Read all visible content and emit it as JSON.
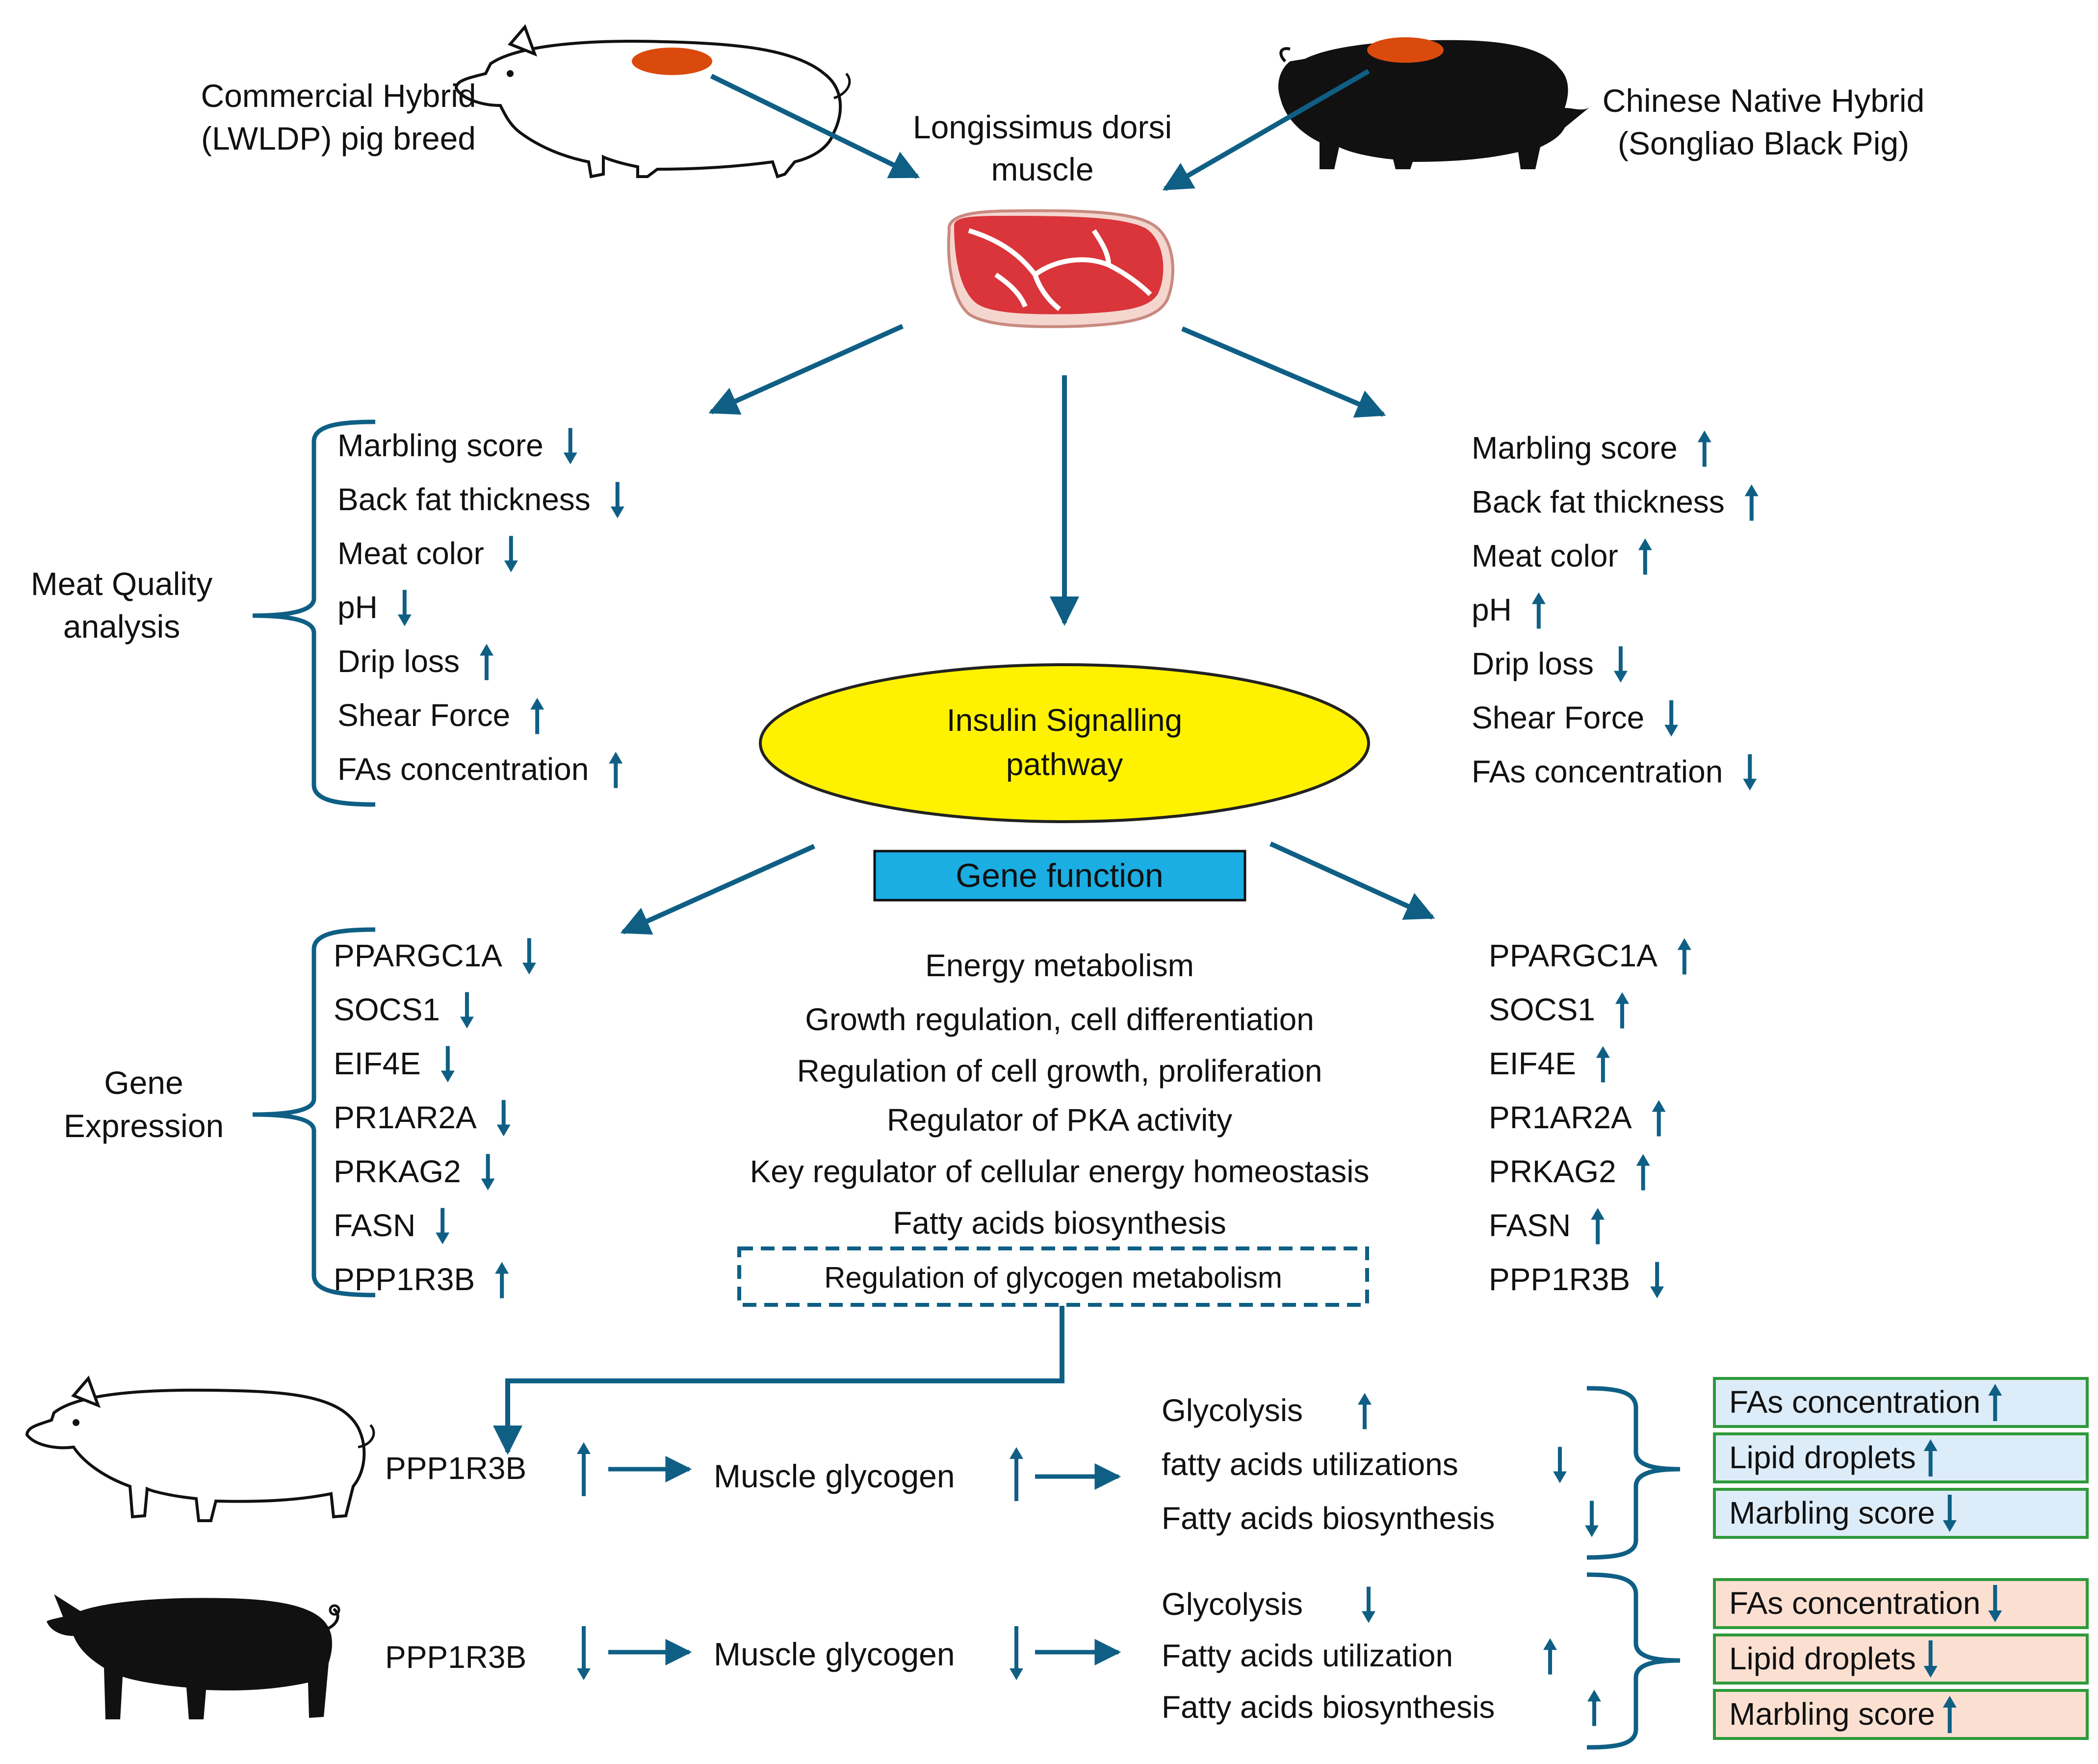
{
  "colors": {
    "accent": "#0f5f85",
    "meat": "#d9353a",
    "ellipse_fill": "#fff200",
    "gene_box": "#1aaee3",
    "fat_patch": "#d94a0c",
    "box_blue": "#dcecf8",
    "box_peach": "#fbe0d2",
    "box_border": "#2e9a3a"
  },
  "top": {
    "left_label": [
      "Commercial Hybrid",
      "(LWLDP) pig breed"
    ],
    "right_label": [
      "Chinese Native Hybrid",
      "(Songliao Black Pig)"
    ],
    "muscle_label": [
      "Longissimus dorsi",
      "muscle"
    ]
  },
  "center": {
    "pathway": [
      "Insulin Signalling",
      "pathway"
    ],
    "gene_function_title": "Gene function",
    "functions": [
      "Energy metabolism",
      "Growth regulation, cell differentiation",
      "Regulation of cell growth, proliferation",
      "Regulator of PKA activity",
      "Key regulator of cellular energy homeostasis",
      "Fatty acids biosynthesis"
    ],
    "glycogen_box": "Regulation of glycogen metabolism"
  },
  "meat_quality": {
    "group_label": [
      "Meat Quality",
      "analysis"
    ],
    "left": [
      {
        "label": "Marbling score",
        "dir": "down"
      },
      {
        "label": "Back fat thickness",
        "dir": "down"
      },
      {
        "label": "Meat color",
        "dir": "down"
      },
      {
        "label": "pH",
        "dir": "down"
      },
      {
        "label": "Drip loss",
        "dir": "up"
      },
      {
        "label": "Shear Force",
        "dir": "up"
      },
      {
        "label": "FAs concentration",
        "dir": "up"
      }
    ],
    "right": [
      {
        "label": "Marbling score",
        "dir": "up"
      },
      {
        "label": "Back fat thickness",
        "dir": "up"
      },
      {
        "label": "Meat color",
        "dir": "up"
      },
      {
        "label": "pH",
        "dir": "up"
      },
      {
        "label": "Drip loss",
        "dir": "down"
      },
      {
        "label": "Shear Force",
        "dir": "down"
      },
      {
        "label": "FAs concentration",
        "dir": "down"
      }
    ]
  },
  "gene_expression": {
    "group_label": [
      "Gene",
      "Expression"
    ],
    "left": [
      {
        "label": "PPARGC1A",
        "dir": "down"
      },
      {
        "label": "SOCS1",
        "dir": "down"
      },
      {
        "label": "EIF4E",
        "dir": "down"
      },
      {
        "label": "PR1AR2A",
        "dir": "down"
      },
      {
        "label": "PRKAG2",
        "dir": "down"
      },
      {
        "label": "FASN",
        "dir": "down"
      },
      {
        "label": "PPP1R3B",
        "dir": "up"
      }
    ],
    "right": [
      {
        "label": "PPARGC1A",
        "dir": "up"
      },
      {
        "label": "SOCS1",
        "dir": "up"
      },
      {
        "label": "EIF4E",
        "dir": "up"
      },
      {
        "label": "PR1AR2A",
        "dir": "up"
      },
      {
        "label": "PRKAG2",
        "dir": "up"
      },
      {
        "label": "FASN",
        "dir": "up"
      },
      {
        "label": "PPP1R3B",
        "dir": "down"
      }
    ]
  },
  "bottom": {
    "white": {
      "gene": "PPP1R3B",
      "gene_dir": "up",
      "glycogen": "Muscle glycogen",
      "glycogen_dir": "up",
      "effects": [
        {
          "label": "Glycolysis",
          "dir": "up"
        },
        {
          "label": "fatty acids utilizations",
          "dir": "down"
        },
        {
          "label": "Fatty acids biosynthesis",
          "dir": "down"
        }
      ],
      "outcomes": [
        {
          "label": "FAs concentration",
          "dir": "up"
        },
        {
          "label": "Lipid droplets",
          "dir": "up"
        },
        {
          "label": "Marbling score",
          "dir": "down"
        }
      ]
    },
    "black": {
      "gene": "PPP1R3B",
      "gene_dir": "down",
      "glycogen": "Muscle glycogen",
      "glycogen_dir": "down",
      "effects": [
        {
          "label": "Glycolysis",
          "dir": "down"
        },
        {
          "label": "Fatty acids utilization",
          "dir": "up"
        },
        {
          "label": "Fatty acids biosynthesis",
          "dir": "up"
        }
      ],
      "outcomes": [
        {
          "label": "FAs concentration",
          "dir": "down"
        },
        {
          "label": "Lipid droplets",
          "dir": "down"
        },
        {
          "label": "Marbling score",
          "dir": "up"
        }
      ]
    }
  }
}
